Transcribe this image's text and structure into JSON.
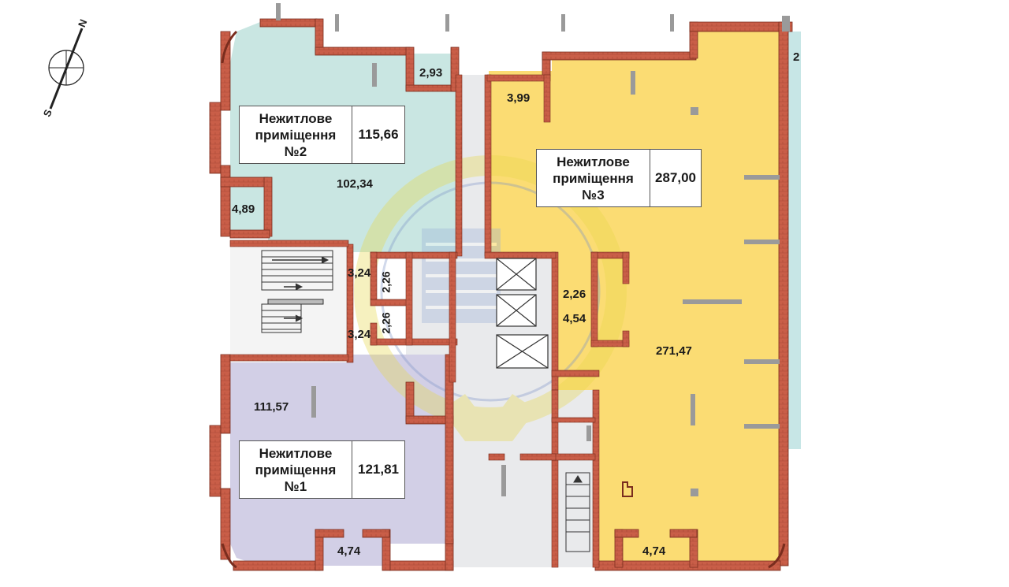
{
  "compass": {
    "north": "N",
    "south": "S"
  },
  "colors": {
    "unit1": "#d2cfe6",
    "unit2": "#c9e6e2",
    "unit3": "#fbdc73",
    "corridor": "#e9eaec",
    "wall": "#c95e48",
    "wall_edge": "#7a2d1e",
    "column": "#9a9a9a",
    "window": "#c7e6e6"
  },
  "units": [
    {
      "id": "unit1",
      "title": [
        "Нежитлове",
        "приміщення",
        "№1"
      ],
      "total_area": "121,81"
    },
    {
      "id": "unit2",
      "title": [
        "Нежитлове",
        "приміщення",
        "№2"
      ],
      "total_area": "115,66"
    },
    {
      "id": "unit3",
      "title": [
        "Нежитлове",
        "приміщення",
        "№3"
      ],
      "total_area": "287,00"
    }
  ],
  "rooms": {
    "unit1_main": "111,57",
    "unit1_wc": "4,74",
    "unit2_main": "102,34",
    "unit2_wc": "4,89",
    "unit2_small": "2,93",
    "unit3_main": "271,47",
    "unit3_small": "3,99",
    "unit3_room_a": "2,26",
    "unit3_room_b": "4,54",
    "unit3_wc": "4,74",
    "core_a": "3,24",
    "core_b": "3,24",
    "core_c": "2,26",
    "core_d": "2,26",
    "edge_label": "2"
  },
  "icons": [
    "compass-icon",
    "elevator-icon",
    "stair-icon",
    "watermark-logo"
  ]
}
